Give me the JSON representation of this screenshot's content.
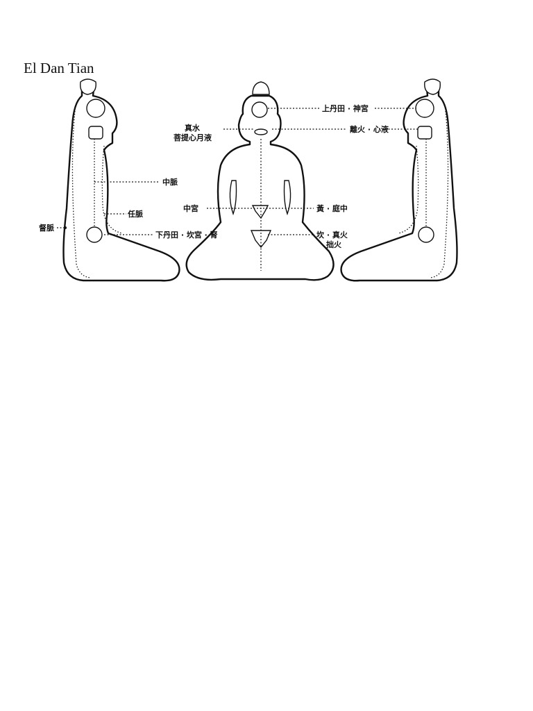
{
  "title": "El Dan Tian",
  "labels": {
    "upper_dantian": "上丹田 · 神宮",
    "true_water": "真水",
    "bodhi_liquid": "菩提心月液",
    "li_fire": "離火 · 心液",
    "central_channel": "中脈",
    "middle_palace": "中宮",
    "earth_center": "黃 · 庭中",
    "ren_channel": "任脈",
    "du_channel": "督脈",
    "lower_dantian": "下丹田 · 坎宮 · 腎",
    "true_fire": "坎 · 真火",
    "fierce_fire": "拙火"
  },
  "colors": {
    "ink": "#111111",
    "paper": "#ffffff"
  }
}
